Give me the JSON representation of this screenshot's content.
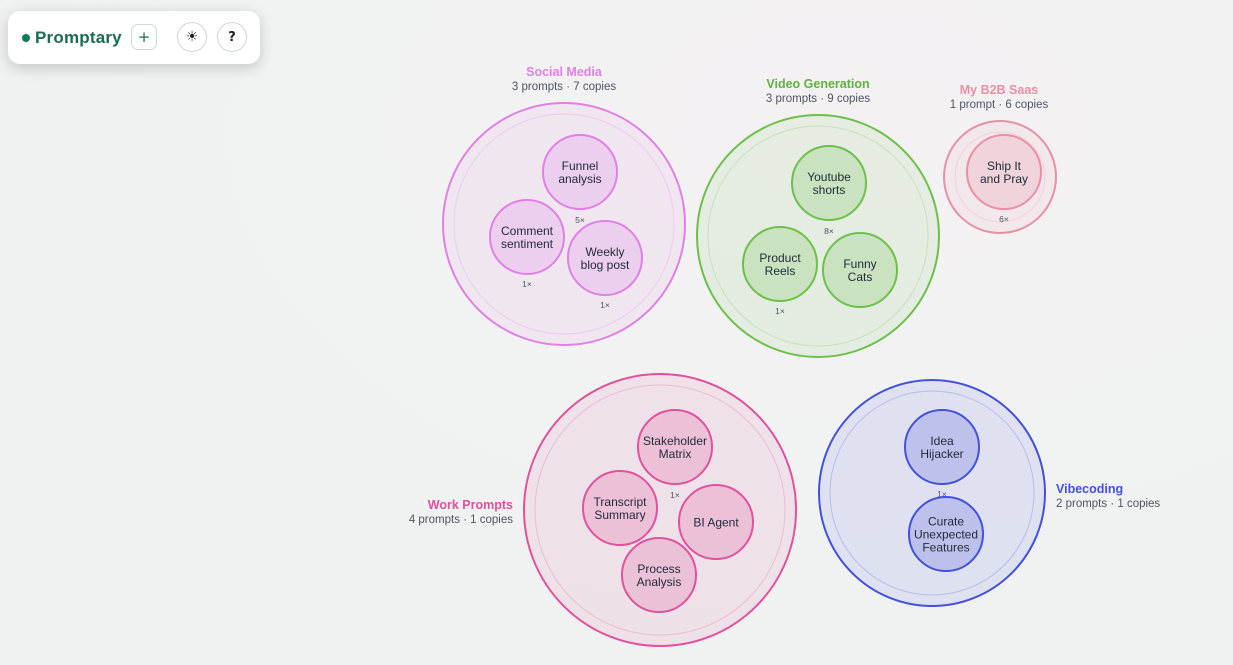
{
  "app": {
    "name": "Promptary",
    "add_button": "+",
    "theme_button": "☀",
    "help_button": "?"
  },
  "colors": {
    "brand": "#1b6b57",
    "social_media": "#e080e6",
    "video_generation": "#6cc04a",
    "b2b_saas": "#ea8fa4",
    "work_prompts": "#e2519b",
    "vibecoding": "#4350e0"
  },
  "collections": {
    "social_media": {
      "title": "Social Media",
      "stats": "3 prompts · 7 copies",
      "prompts": [
        {
          "lines": [
            "Funnel",
            "analysis"
          ],
          "count": "5×"
        },
        {
          "lines": [
            "Comment",
            "sentiment"
          ],
          "count": "1×"
        },
        {
          "lines": [
            "Weekly",
            "blog post"
          ],
          "count": "1×"
        }
      ]
    },
    "video_generation": {
      "title": "Video Generation",
      "stats": "3 prompts · 9 copies",
      "prompts": [
        {
          "lines": [
            "Youtube",
            "shorts"
          ],
          "count": "8×"
        },
        {
          "lines": [
            "Product",
            "Reels"
          ],
          "count": "1×"
        },
        {
          "lines": [
            "Funny",
            "Cats"
          ],
          "count": ""
        }
      ]
    },
    "b2b_saas": {
      "title": "My B2B Saas",
      "stats": "1 prompt · 6 copies",
      "prompts": [
        {
          "lines": [
            "Ship It",
            "and Pray"
          ],
          "count": "6×"
        }
      ]
    },
    "work_prompts": {
      "title": "Work Prompts",
      "stats": "4 prompts · 1 copies",
      "prompts": [
        {
          "lines": [
            "Stakeholder",
            "Matrix"
          ],
          "count": "1×"
        },
        {
          "lines": [
            "Transcript",
            "Summary"
          ],
          "count": ""
        },
        {
          "lines": [
            "BI Agent"
          ],
          "count": ""
        },
        {
          "lines": [
            "Process",
            "Analysis"
          ],
          "count": ""
        }
      ]
    },
    "vibecoding": {
      "title": "Vibecoding",
      "stats": "2 prompts · 1 copies",
      "prompts": [
        {
          "lines": [
            "Idea",
            "Hijacker"
          ],
          "count": "1×"
        },
        {
          "lines": [
            "Curate",
            "Unexpected",
            "Features"
          ],
          "count": ""
        }
      ]
    }
  }
}
